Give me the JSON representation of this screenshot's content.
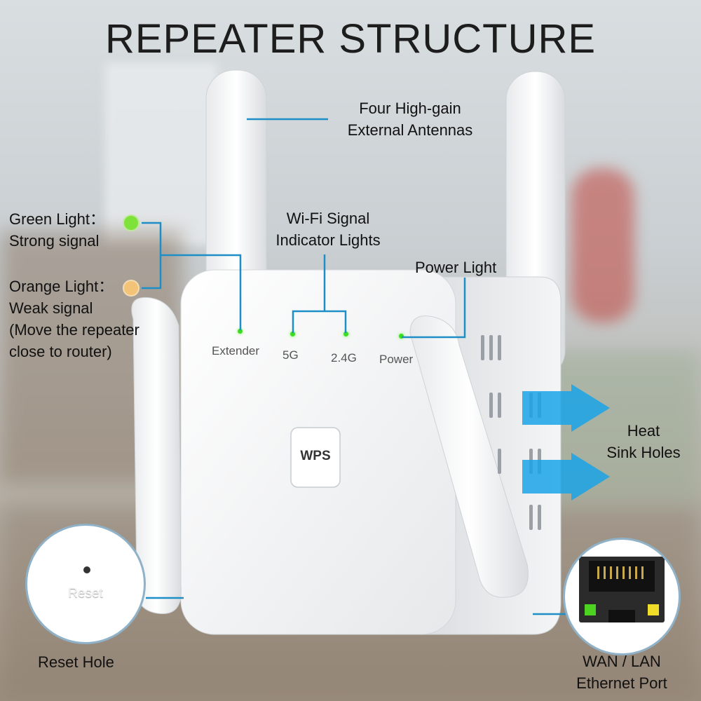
{
  "title": "REPEATER STRUCTURE",
  "labels": {
    "antennas_line1": "Four High-gain",
    "antennas_line2": "External Antennas",
    "wifi_line1": "Wi-Fi Signal",
    "wifi_line2": "Indicator Lights",
    "power_light": "Power Light",
    "green_line1": "Green Light：",
    "green_line2": "Strong signal",
    "orange_line1": "Orange Light：",
    "orange_line2": "Weak signal",
    "orange_line3": "(Move the repeater",
    "orange_line4": "close to router)",
    "heat_line1": "Heat",
    "heat_line2": "Sink Holes",
    "reset_hole": "Reset Hole",
    "port_line1": "WAN / LAN",
    "port_line2": "Ethernet Port"
  },
  "device": {
    "extender": "Extender",
    "band_5g": "5G",
    "band_24g": "2.4G",
    "power": "Power",
    "wps": "WPS",
    "reset": "Reset"
  },
  "colors": {
    "callout_line": "#1e8fc6",
    "green_light": "#7ee23a",
    "orange_light": "#f3c477",
    "led": "#3edc21",
    "arrow": "#1aa3e8"
  }
}
